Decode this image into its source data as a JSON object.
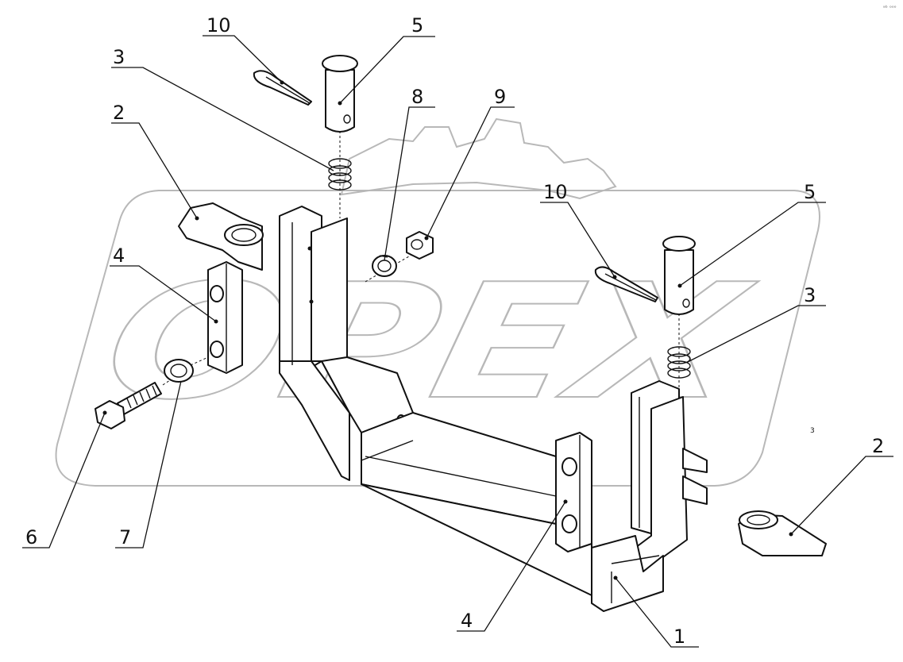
{
  "watermark": {
    "text": "ОРЕХ"
  },
  "corner_mark": "ᵃᵇ ᵒᵒᵒ",
  "callouts": [
    {
      "id": "c10a",
      "label": "10"
    },
    {
      "id": "c5a",
      "label": "5"
    },
    {
      "id": "c3a",
      "label": "3"
    },
    {
      "id": "c2a",
      "label": "2"
    },
    {
      "id": "c8",
      "label": "8"
    },
    {
      "id": "c9",
      "label": "9"
    },
    {
      "id": "c4a",
      "label": "4"
    },
    {
      "id": "c10b",
      "label": "10"
    },
    {
      "id": "c5b",
      "label": "5"
    },
    {
      "id": "c3b",
      "label": "3"
    },
    {
      "id": "c2b",
      "label": "2"
    },
    {
      "id": "c6",
      "label": "6"
    },
    {
      "id": "c7",
      "label": "7"
    },
    {
      "id": "c4b",
      "label": "4"
    },
    {
      "id": "c1",
      "label": "1"
    }
  ],
  "stray_mark": "3"
}
